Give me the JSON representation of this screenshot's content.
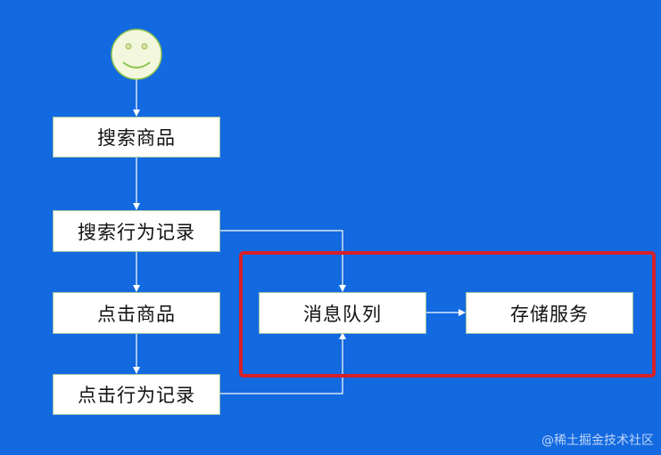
{
  "nodes": {
    "search_products": "搜索商品",
    "search_log": "搜索行为记录",
    "click_products": "点击商品",
    "click_log": "点击行为记录",
    "message_queue": "消息队列",
    "storage_service": "存储服务"
  },
  "start_icon": "smiley-face-icon",
  "watermark": "@稀土掘金技术社区",
  "colors": {
    "background": "#1369e0",
    "node_fill": "#ffffff",
    "node_border": "#9cc3a8",
    "connector": "#ffffff",
    "highlight_frame": "#d6202a",
    "smiley_fill": "#f3f7de",
    "smiley_stroke": "#8bc34a"
  }
}
